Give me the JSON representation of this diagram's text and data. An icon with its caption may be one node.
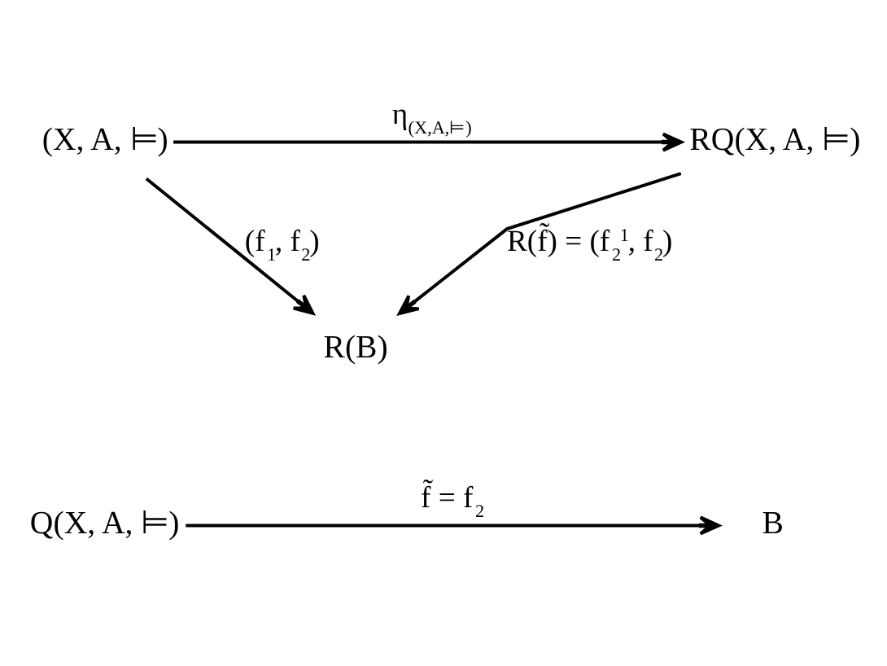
{
  "diagram": {
    "nodes": [
      {
        "text": [
          "(X, A, ⊨)"
        ]
      },
      {
        "text": [
          "RQ(X, A, ⊨)"
        ]
      },
      {
        "text": [
          "R(B)"
        ]
      },
      {
        "text": [
          "Q(X, A, ⊨)"
        ]
      },
      {
        "text": [
          "B"
        ]
      }
    ],
    "edges": [
      {
        "from": 0,
        "to": 1,
        "arrow": "to",
        "label": "η$_{(X,A,⊨)}$"
      },
      {
        "from": 0,
        "to": 2,
        "arrow": "to",
        "label": "(f$_{1}$, f$_{2}$)"
      },
      {
        "from": 1,
        "to": 2,
        "arrow": "to",
        "label": "R(f̃) = (f$_{2}$$^{1}$, f$_{2}$)"
      },
      {
        "from": 3,
        "to": 4,
        "arrow": "to",
        "label": "f̃ = f$_{2}$"
      }
    ]
  }
}
